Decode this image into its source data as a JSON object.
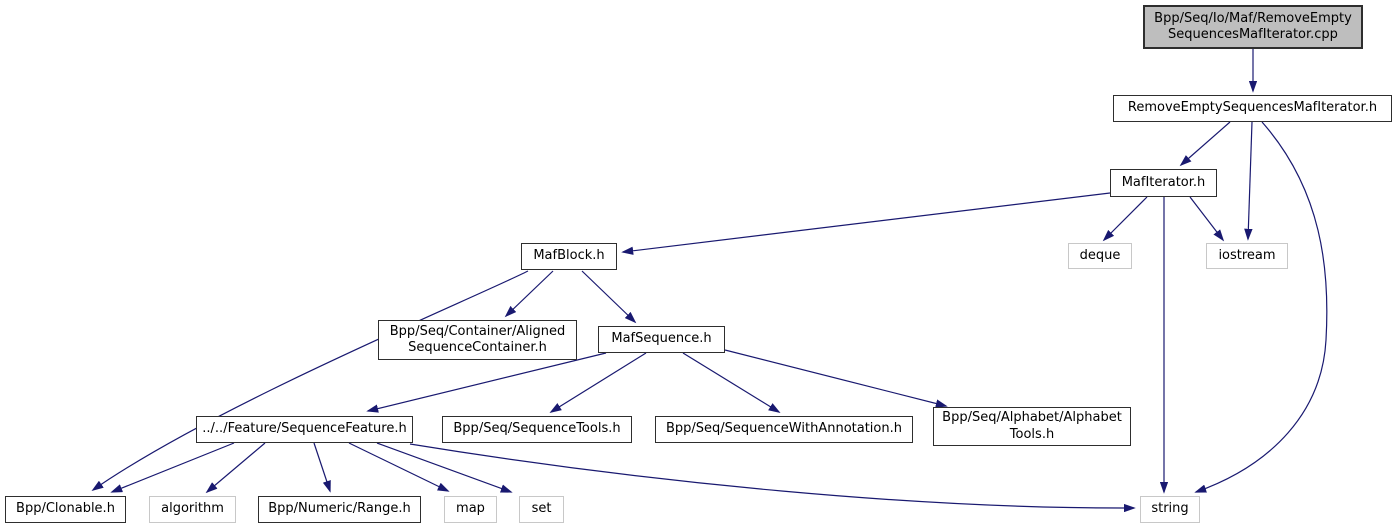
{
  "diagram": {
    "type": "include-dependency-graph",
    "root_file": "Bpp/Seq/Io/Maf/RemoveEmptySequencesMafIterator.cpp"
  },
  "colors": {
    "edge": "#191970",
    "node_border": "#2e2e2e",
    "system_border": "#c8c8c8",
    "main_fill": "#bebebe",
    "background": "#ffffff"
  },
  "nodes": {
    "cpp": {
      "label": "Bpp/Seq/Io/Maf/RemoveEmpty\nSequencesMafIterator.cpp",
      "kind": "main"
    },
    "reh": {
      "label": "RemoveEmptySequencesMafIterator.h",
      "kind": "header"
    },
    "mafit": {
      "label": "MafIterator.h",
      "kind": "header"
    },
    "mafblock": {
      "label": "MafBlock.h",
      "kind": "header"
    },
    "deque": {
      "label": "deque",
      "kind": "system"
    },
    "iostream": {
      "label": "iostream",
      "kind": "system"
    },
    "asc": {
      "label": "Bpp/Seq/Container/Aligned\nSequenceContainer.h",
      "kind": "header"
    },
    "mafseq": {
      "label": "MafSequence.h",
      "kind": "header"
    },
    "seqfeat": {
      "label": "../../Feature/SequenceFeature.h",
      "kind": "header"
    },
    "seqtools": {
      "label": "Bpp/Seq/SequenceTools.h",
      "kind": "header"
    },
    "seqwa": {
      "label": "Bpp/Seq/SequenceWithAnnotation.h",
      "kind": "header"
    },
    "alphtools": {
      "label": "Bpp/Seq/Alphabet/Alphabet\nTools.h",
      "kind": "header"
    },
    "clonable": {
      "label": "Bpp/Clonable.h",
      "kind": "header"
    },
    "algorithm": {
      "label": "algorithm",
      "kind": "system"
    },
    "range": {
      "label": "Bpp/Numeric/Range.h",
      "kind": "header"
    },
    "map": {
      "label": "map",
      "kind": "system"
    },
    "set": {
      "label": "set",
      "kind": "system"
    },
    "string": {
      "label": "string",
      "kind": "system"
    }
  },
  "edges": [
    {
      "from": "cpp",
      "to": "reh"
    },
    {
      "from": "reh",
      "to": "mafit"
    },
    {
      "from": "reh",
      "to": "iostream"
    },
    {
      "from": "reh",
      "to": "string"
    },
    {
      "from": "mafit",
      "to": "mafblock"
    },
    {
      "from": "mafit",
      "to": "deque"
    },
    {
      "from": "mafit",
      "to": "iostream"
    },
    {
      "from": "mafit",
      "to": "string"
    },
    {
      "from": "mafblock",
      "to": "asc"
    },
    {
      "from": "mafblock",
      "to": "mafseq"
    },
    {
      "from": "mafblock",
      "to": "clonable"
    },
    {
      "from": "mafseq",
      "to": "seqfeat"
    },
    {
      "from": "mafseq",
      "to": "seqtools"
    },
    {
      "from": "mafseq",
      "to": "seqwa"
    },
    {
      "from": "mafseq",
      "to": "alphtools"
    },
    {
      "from": "seqfeat",
      "to": "clonable"
    },
    {
      "from": "seqfeat",
      "to": "algorithm"
    },
    {
      "from": "seqfeat",
      "to": "range"
    },
    {
      "from": "seqfeat",
      "to": "map"
    },
    {
      "from": "seqfeat",
      "to": "set"
    },
    {
      "from": "seqfeat",
      "to": "string"
    }
  ]
}
